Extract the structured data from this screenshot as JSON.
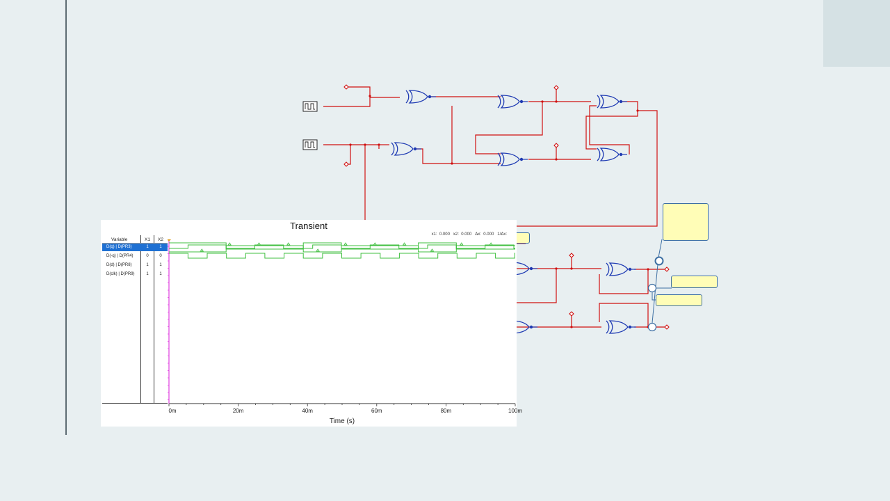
{
  "transient": {
    "title": "Transient",
    "readout": "x1:  0.000   x2:  0.000   Δx:  0.000   1/Δx:",
    "table_headers": {
      "variable": "Variable",
      "x1": "X1",
      "x2": "X2"
    },
    "rows": [
      {
        "variable": "D(q) | D(PR3)",
        "x1": "1",
        "x2": "1",
        "selected": true
      },
      {
        "variable": "D(-q) | D(PR4)",
        "x1": "0",
        "x2": "0",
        "selected": false
      },
      {
        "variable": "D(d) | D(PR8)",
        "x1": "1",
        "x2": "1",
        "selected": false
      },
      {
        "variable": "D(clk) | D(PR9)",
        "x1": "1",
        "x2": "1",
        "selected": false
      }
    ],
    "x_ticks": [
      "0m",
      "20m",
      "40m",
      "60m",
      "80m",
      "100m"
    ],
    "x_axis_label": "Time (s)",
    "trace_color": "#3fbf3f"
  },
  "colors": {
    "wire": "#d01010",
    "gate": "#1f3bb3",
    "selection": "#1e70d3"
  }
}
